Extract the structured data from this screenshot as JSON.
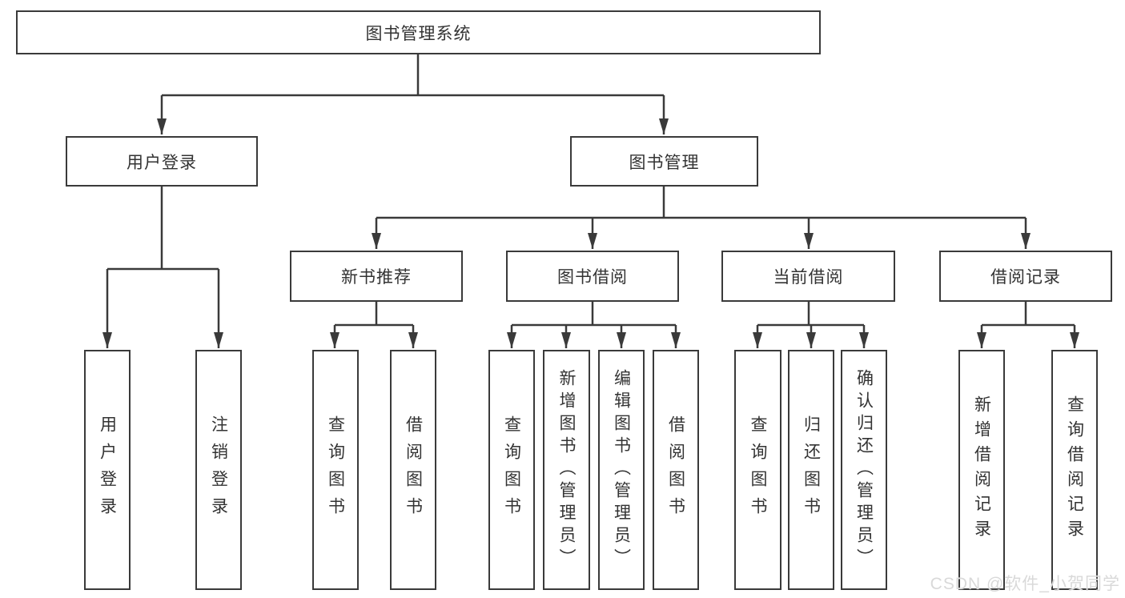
{
  "nodes": {
    "root": {
      "label": "图书管理系统"
    },
    "level2": [
      {
        "label": "用户登录"
      },
      {
        "label": "图书管理"
      }
    ],
    "level3": [
      {
        "label": "新书推荐"
      },
      {
        "label": "图书借阅"
      },
      {
        "label": "当前借阅"
      },
      {
        "label": "借阅记录"
      }
    ],
    "leaves": [
      {
        "label": "用户登录"
      },
      {
        "label": "注销登录"
      },
      {
        "label": "查询图书"
      },
      {
        "label": "借阅图书"
      },
      {
        "label": "查询图书"
      },
      {
        "label": "新增图书（管理员）"
      },
      {
        "label": "编辑图书（管理员）"
      },
      {
        "label": "借阅图书"
      },
      {
        "label": "查询图书"
      },
      {
        "label": "归还图书"
      },
      {
        "label": "确认归还（管理员）"
      },
      {
        "label": "新增借阅记录"
      },
      {
        "label": "查询借阅记录"
      }
    ]
  },
  "watermark": "CSDN @软件_小贺同学",
  "colors": {
    "line": "#3a3a3a",
    "text": "#333333",
    "background": "#ffffff",
    "watermark": "#d9d9d9"
  }
}
